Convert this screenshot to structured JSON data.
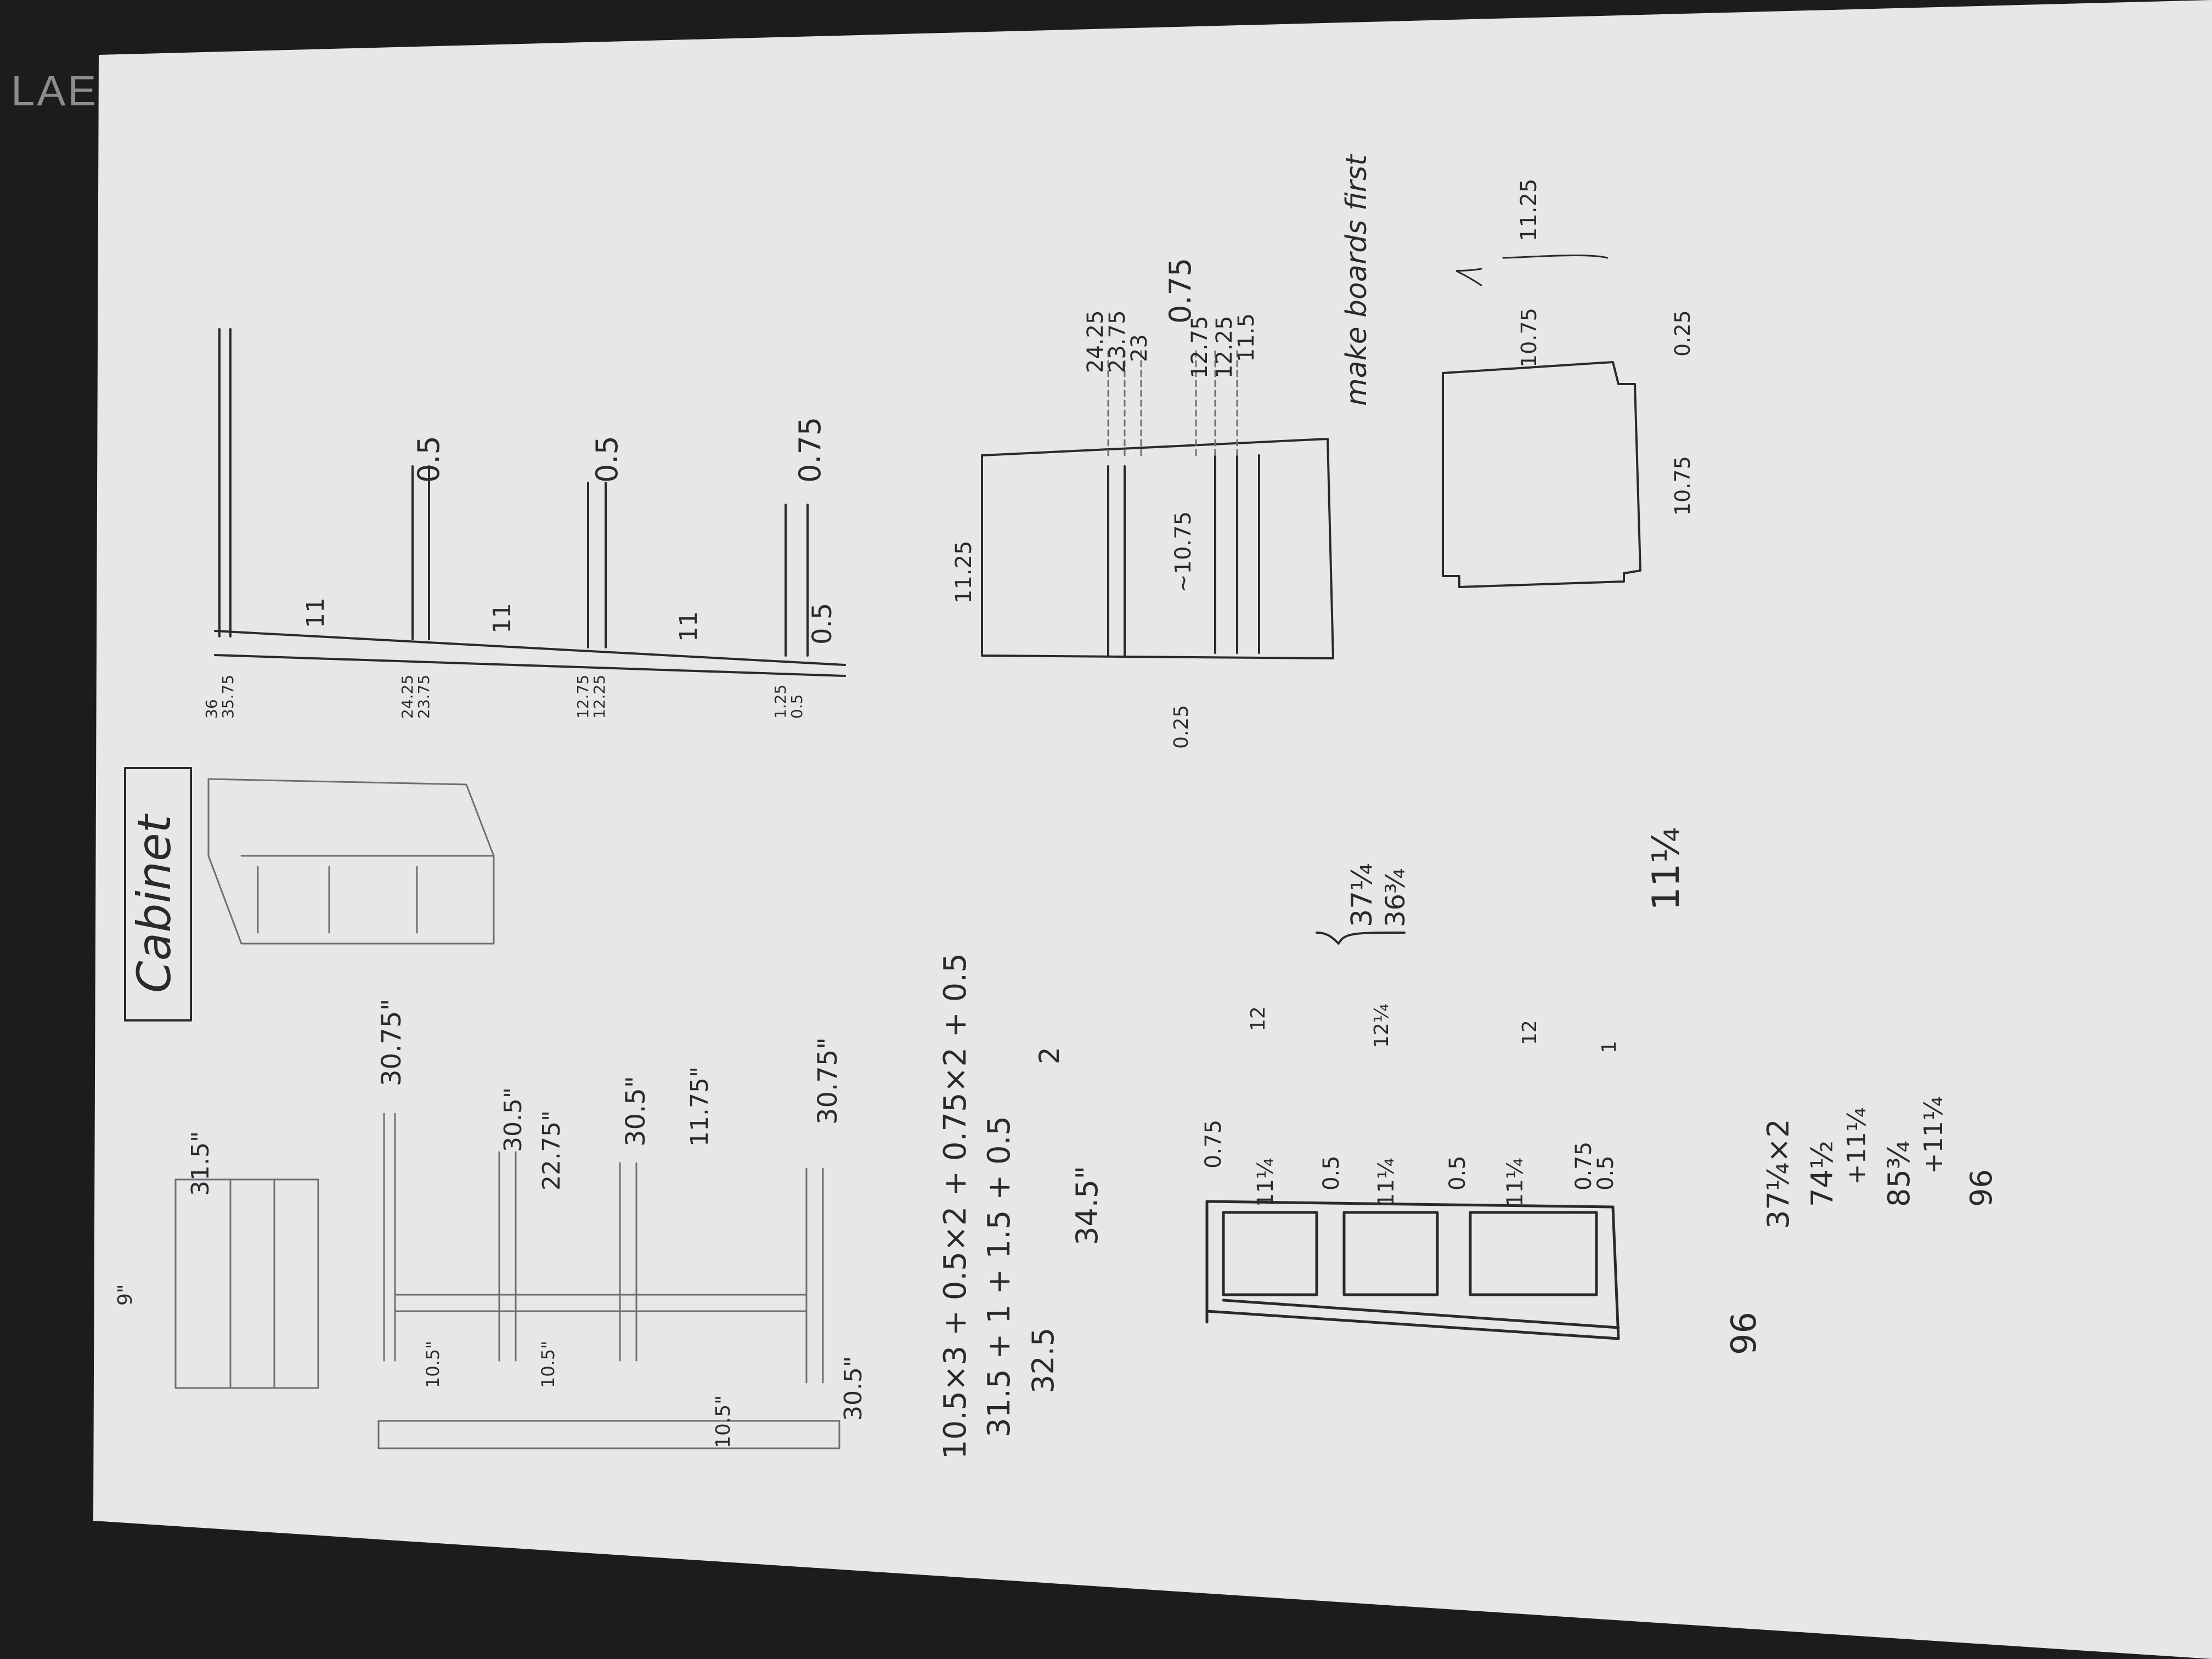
{
  "background": {
    "mat_color": "#1d1b1c",
    "paper_color": "#e9e6ea",
    "mat_text": "LAE"
  },
  "title": "Cabinet",
  "top_shelf_diagram": {
    "thickness_labels": [
      "0.75",
      "0.5",
      "0.5",
      "0.75",
      "0.5"
    ],
    "gap_labels": [
      "11",
      "11",
      "11"
    ],
    "edge_labels": [
      "36",
      "35.75",
      "24.25",
      "23.75",
      "12.75",
      "12.25",
      "1.25",
      "0.5"
    ]
  },
  "side_section": {
    "depth_label": "11.25",
    "marks": [
      "24.25",
      "23.75",
      "23",
      "12.75",
      "12.25",
      "11.5"
    ],
    "inner": "~10.75",
    "notch": "0.25"
  },
  "note": "make boards first",
  "square_detail": {
    "top": "11.25",
    "inner": "10.75",
    "right": "10.75",
    "notch": "0.25"
  },
  "left_sketch": {
    "dims": [
      "31.5\"",
      "30.75\"",
      "30.5\"",
      "30.5\"",
      "22.75\"",
      "11.75\"",
      "30.75\"",
      "10.5\"",
      "10.5\"",
      "10.5\"",
      "30.5\"",
      "9\""
    ],
    "equation": [
      "10.5×3 + 0.5×2 + 0.75×2 + 0.5",
      "31.5 + 1 + 1.5 + 0.5",
      "32.5",
      "2",
      "34.5\""
    ]
  },
  "middle_sketch": {
    "thickness_labels": [
      "0.75",
      "0.5",
      "0.5",
      "0.75",
      "0.5"
    ],
    "bay_labels": [
      "11¼",
      "11¼",
      "11¼"
    ],
    "side_numbers": [
      "12",
      "12¼",
      "12",
      "1"
    ],
    "brace_values": [
      "37¼",
      "36¾"
    ],
    "big_value": "11¼"
  },
  "sums": [
    "37¼×2",
    "74½",
    "+11¼",
    "85¾",
    "+11¼",
    "96"
  ],
  "margin_note": "96"
}
